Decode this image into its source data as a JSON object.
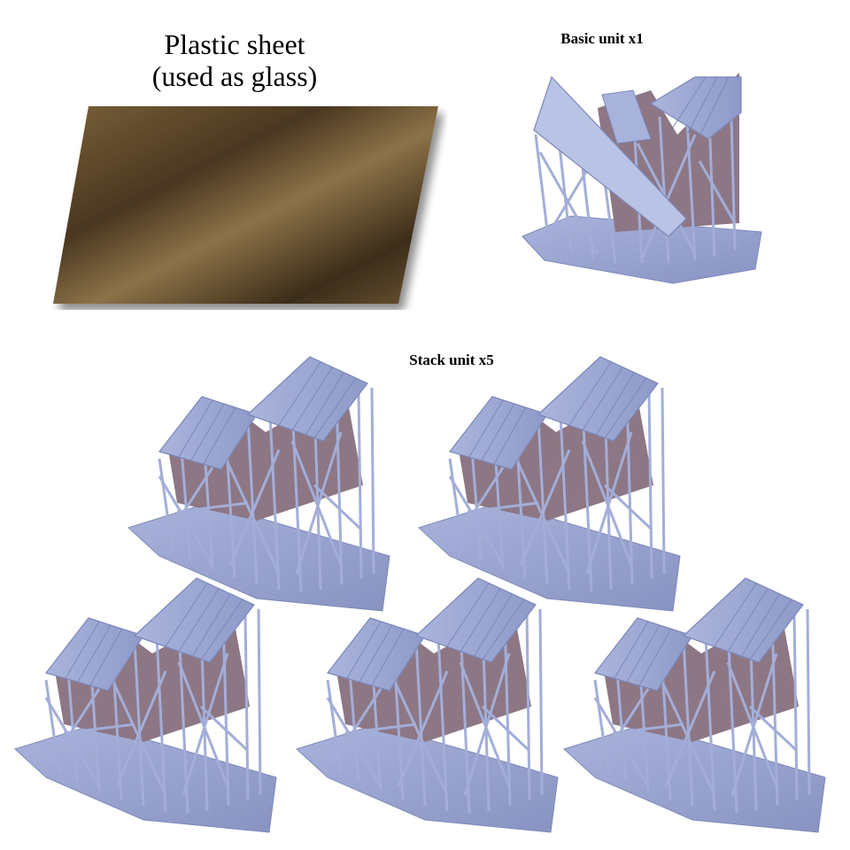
{
  "labels": {
    "sheet_line1": "Plastic sheet",
    "sheet_line2": "(used as glass)",
    "basic_unit": "Basic unit x1",
    "stack_unit": "Stack unit x5"
  },
  "colors": {
    "sheet_light": "#8a6f45",
    "sheet_dark": "#3e2e1a",
    "resin_light": "#b7c2e6",
    "resin_mid": "#98a4d0",
    "resin_dark": "#6e79a8",
    "interior": "#8f7a86"
  }
}
